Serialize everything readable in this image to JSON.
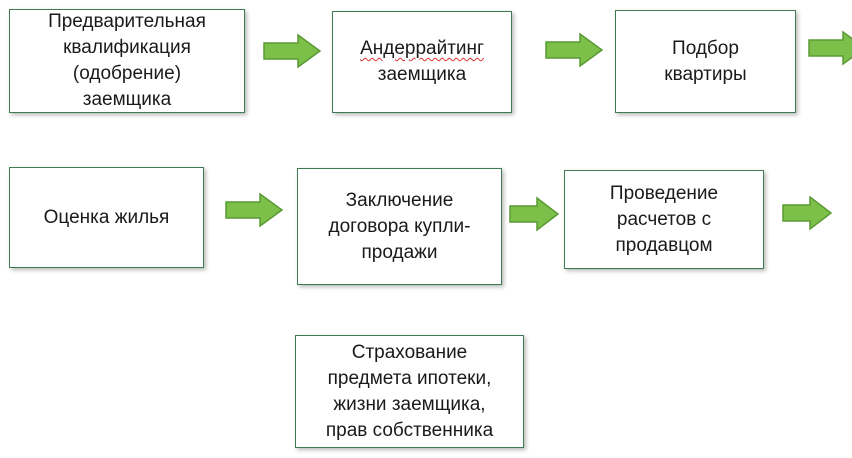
{
  "diagram": {
    "steps": [
      {
        "id": "prequal",
        "label": "Предварительная\nквалификация\n(одобрение)\nзаемщика"
      },
      {
        "id": "underwriting",
        "label_word": "Андеррайтинг",
        "label_rest": "заемщика"
      },
      {
        "id": "selection",
        "label": "Подбор\nквартиры"
      },
      {
        "id": "valuation",
        "label": "Оценка жилья"
      },
      {
        "id": "contract",
        "label": "Заключение\nдоговора купли-\nпродажи"
      },
      {
        "id": "settlement",
        "label": "Проведение\nрасчетов с\nпродавцом"
      },
      {
        "id": "insurance",
        "label": "Страхование\nпредмета ипотеки,\nжизни заемщика,\nправ собственника"
      }
    ],
    "colors": {
      "box_border": "#3f7a52",
      "arrow_fill": "#7cc04a",
      "arrow_stroke": "#5a9a35",
      "text": "#1a1a1a"
    }
  }
}
